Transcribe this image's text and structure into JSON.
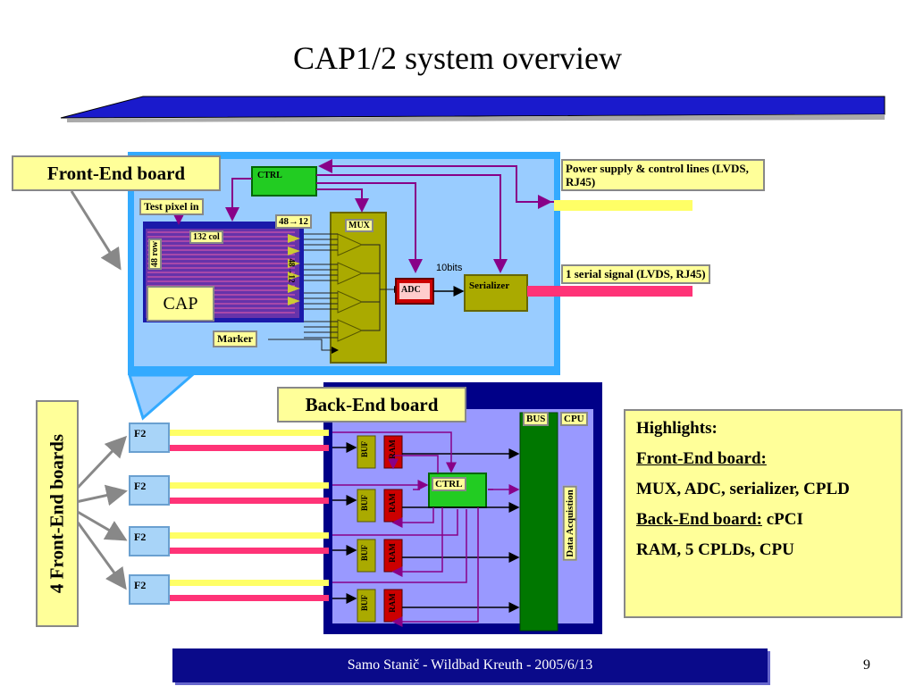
{
  "title": "CAP1/2 system overview",
  "front_end": {
    "label": "Front-End board",
    "ctrl": "CTRL",
    "test_pixel": "Test pixel in",
    "mux_ratio": "48→12",
    "mux_ratio_vertical": "48→12",
    "mux": "MUX",
    "col": "132 col",
    "row": "48 row",
    "cap": "CAP",
    "marker": "Marker",
    "adc": "ADC",
    "bits": "10bits",
    "serializer": "Serializer",
    "power_label": "Power supply & control lines (LVDS, RJ45)",
    "serial_label": "1 serial signal (LVDS, RJ45)"
  },
  "back_end": {
    "label": "Back-End board",
    "bus": "BUS",
    "cpu": "CPU",
    "ctrl": "CTRL",
    "buf": "BUF",
    "ram": "RAM",
    "data_acq": "Data Acquistion",
    "f2": "F2"
  },
  "front_end_count_label": "4 Front-End boards",
  "highlights": {
    "heading": "Highlights:",
    "fe_heading": "Front-End board:",
    "fe_text": "MUX, ADC, serializer, CPLD",
    "be_heading": "Back-End board:",
    "be_text": " cPCI",
    "be_text2": "RAM, 5 CPLDs, CPU"
  },
  "footer": "Samo Stanič - Wildbad Kreuth - 2005/6/13",
  "page_number": "9",
  "colors": {
    "frontend_bg": "#99ccff",
    "backend_bg": "#9999ff",
    "backend_border": "#000088",
    "bus_green": "#007700",
    "ctrl_green": "#22cc22",
    "mux_olive": "#aaaa00",
    "adc_red": "#cc0000",
    "arrow_purple": "#880088",
    "yellow_line": "#ffff66",
    "pink_line": "#ff3377"
  }
}
